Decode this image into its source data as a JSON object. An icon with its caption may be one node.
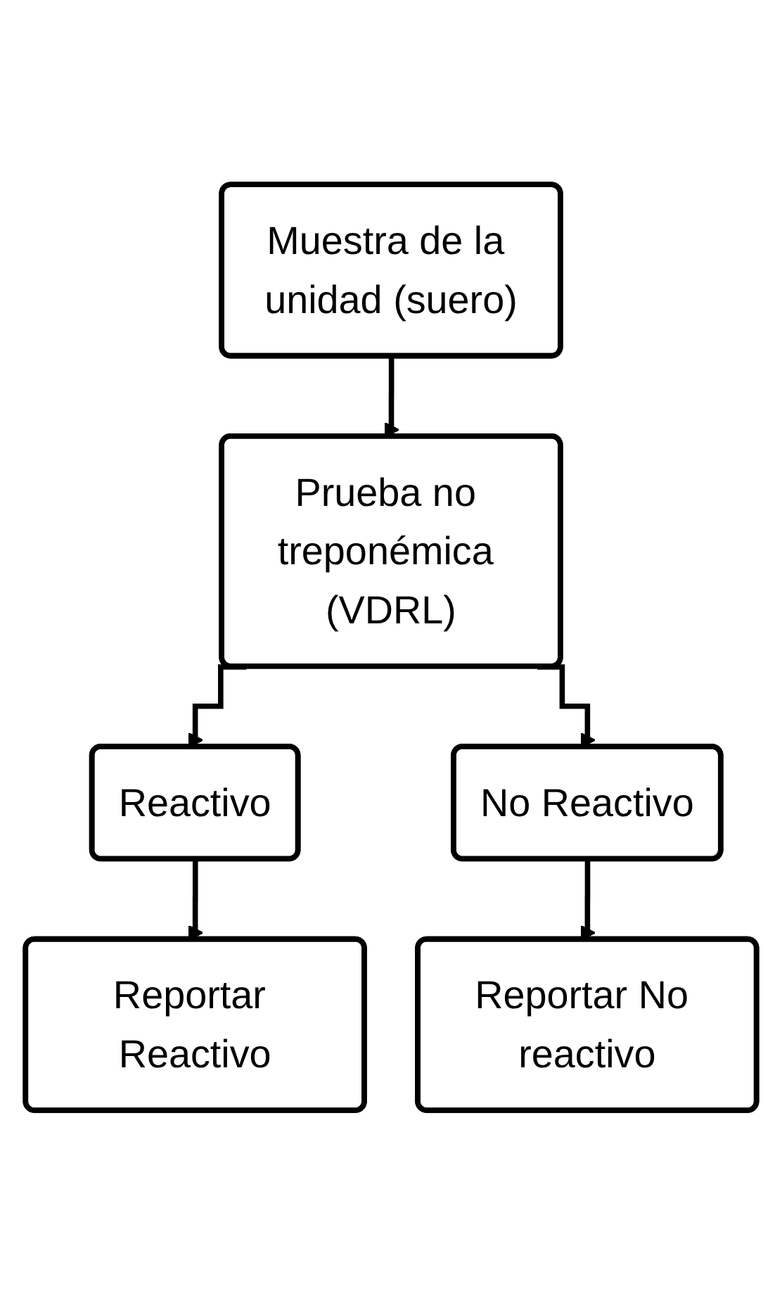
{
  "diagram": {
    "nodes": [
      {
        "text": [
          "Muestra de la unidad (suero)"
        ]
      },
      {
        "text": [
          "Prueba no treponémica (VDRL)"
        ]
      },
      {
        "text": [
          "Reactivo"
        ]
      },
      {
        "text": [
          "No Reactivo"
        ]
      },
      {
        "text": [
          "Reportar Reactivo"
        ]
      },
      {
        "text": [
          "Reportar No reactivo"
        ]
      }
    ],
    "edges": [
      {
        "from": 0,
        "to": 1,
        "arrow": "to"
      },
      {
        "from": 1,
        "to": 2,
        "arrow": "to"
      },
      {
        "from": 1,
        "to": 3,
        "arrow": "to"
      },
      {
        "from": 2,
        "to": 4,
        "arrow": "to"
      },
      {
        "from": 3,
        "to": 5,
        "arrow": "to"
      }
    ]
  }
}
